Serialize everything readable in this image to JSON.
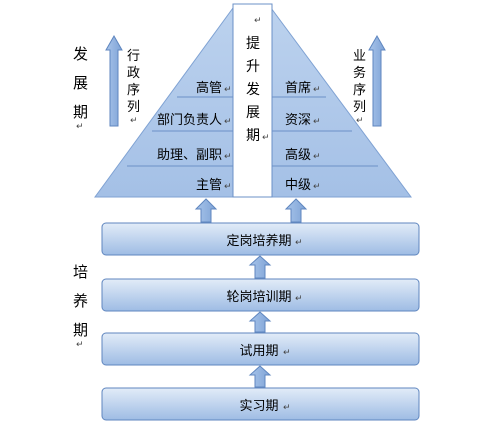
{
  "left_heading": {
    "dev": [
      "发",
      "展",
      "期"
    ],
    "train": [
      "培",
      "养",
      "期"
    ]
  },
  "arrows": {
    "admin": {
      "label": [
        "行",
        "政",
        "序",
        "列"
      ]
    },
    "business": {
      "label": [
        "业",
        "务",
        "序",
        "列"
      ]
    }
  },
  "pyramid": {
    "center": [
      "提",
      "升",
      "发",
      "展",
      "期"
    ],
    "left_levels": [
      "高管",
      "部门负责人",
      "助理、副职",
      "主管"
    ],
    "right_levels": [
      "首席",
      "资深",
      "高级",
      "中级"
    ]
  },
  "stages": [
    "定岗培养期",
    "轮岗培训期",
    "试用期",
    "实习期"
  ],
  "colors": {
    "bar_top": "#dbe7f6",
    "bar_bottom": "#9fbde3",
    "border": "#5f86bf",
    "arrow": "#8fb0dd",
    "pyramid": "#a9c4e8"
  }
}
